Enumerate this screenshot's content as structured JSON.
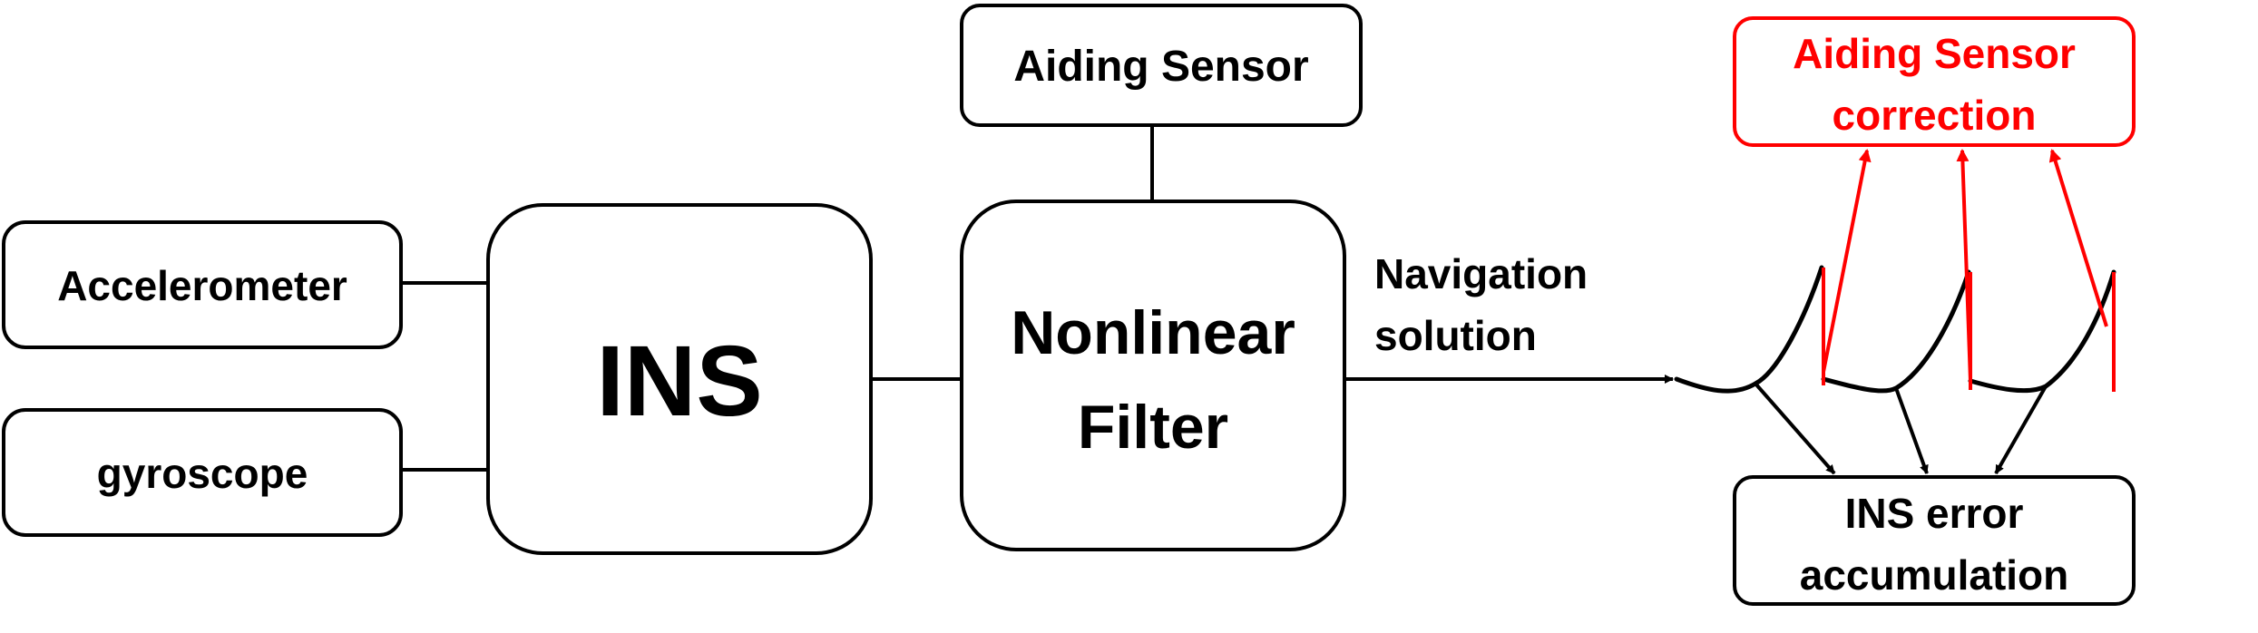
{
  "colors": {
    "line": "#000000",
    "correction": "#ff0000",
    "background": "#ffffff"
  },
  "nodes": {
    "accelerometer": "Accelerometer",
    "gyroscope": "gyroscope",
    "ins": "INS",
    "aiding_sensor": "Aiding Sensor",
    "nonlinear_filter": [
      "Nonlinear",
      "Filter"
    ],
    "navigation_solution": [
      "Navigation",
      "solution"
    ],
    "aiding_sensor_correction": [
      "Aiding Sensor",
      "correction"
    ],
    "ins_error_accumulation": [
      "INS error",
      "accumulation"
    ]
  }
}
